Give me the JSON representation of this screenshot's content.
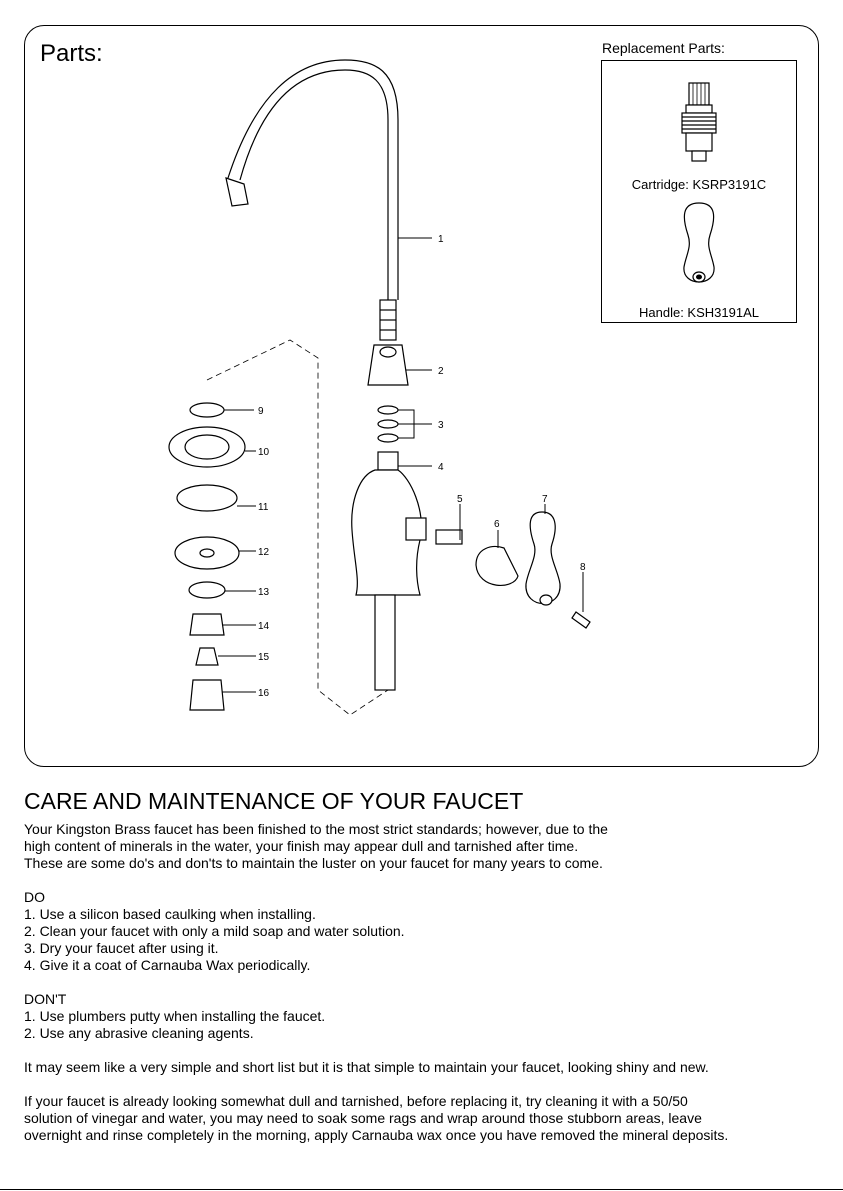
{
  "parts": {
    "title": "Parts:",
    "callouts": [
      "1",
      "2",
      "3",
      "4",
      "5",
      "6",
      "7",
      "8",
      "9",
      "10",
      "11",
      "12",
      "13",
      "14",
      "15",
      "16"
    ]
  },
  "replacement": {
    "title": "Replacement Parts:",
    "cartridge_label": "Cartridge: KSRP3191C",
    "handle_label": "Handle: KSH3191AL"
  },
  "care": {
    "heading": "CARE AND MAINTENANCE OF YOUR FAUCET",
    "intro": [
      "Your Kingston Brass faucet has been finished to the most strict standards; however, due to the",
      "high content of minerals in the water, your finish may appear dull and tarnished after time.",
      "These are some do's and don'ts to maintain the luster on your faucet for many years to come."
    ],
    "do_heading": "DO",
    "do_items": [
      "1. Use a silicon based caulking when installing.",
      "2. Clean your faucet with only a mild soap and water solution.",
      "3. Dry your faucet after using it.",
      "4. Give it a coat of Carnauba Wax periodically."
    ],
    "dont_heading": "DON'T",
    "dont_items": [
      "1. Use plumbers putty when installing the faucet.",
      "2. Use any abrasive cleaning agents."
    ],
    "simple_note": "It may seem like a very simple and short list but it is that simple to maintain your faucet, looking shiny and new.",
    "tarnish_note": [
      "If your faucet is already looking somewhat dull and tarnished, before replacing it, try cleaning it with a 50/50",
      "solution of vinegar and water, you may need to soak some rags and wrap around those stubborn areas, leave",
      "overnight and rinse completely in the morning, apply Carnauba wax once you have removed the mineral deposits."
    ]
  }
}
